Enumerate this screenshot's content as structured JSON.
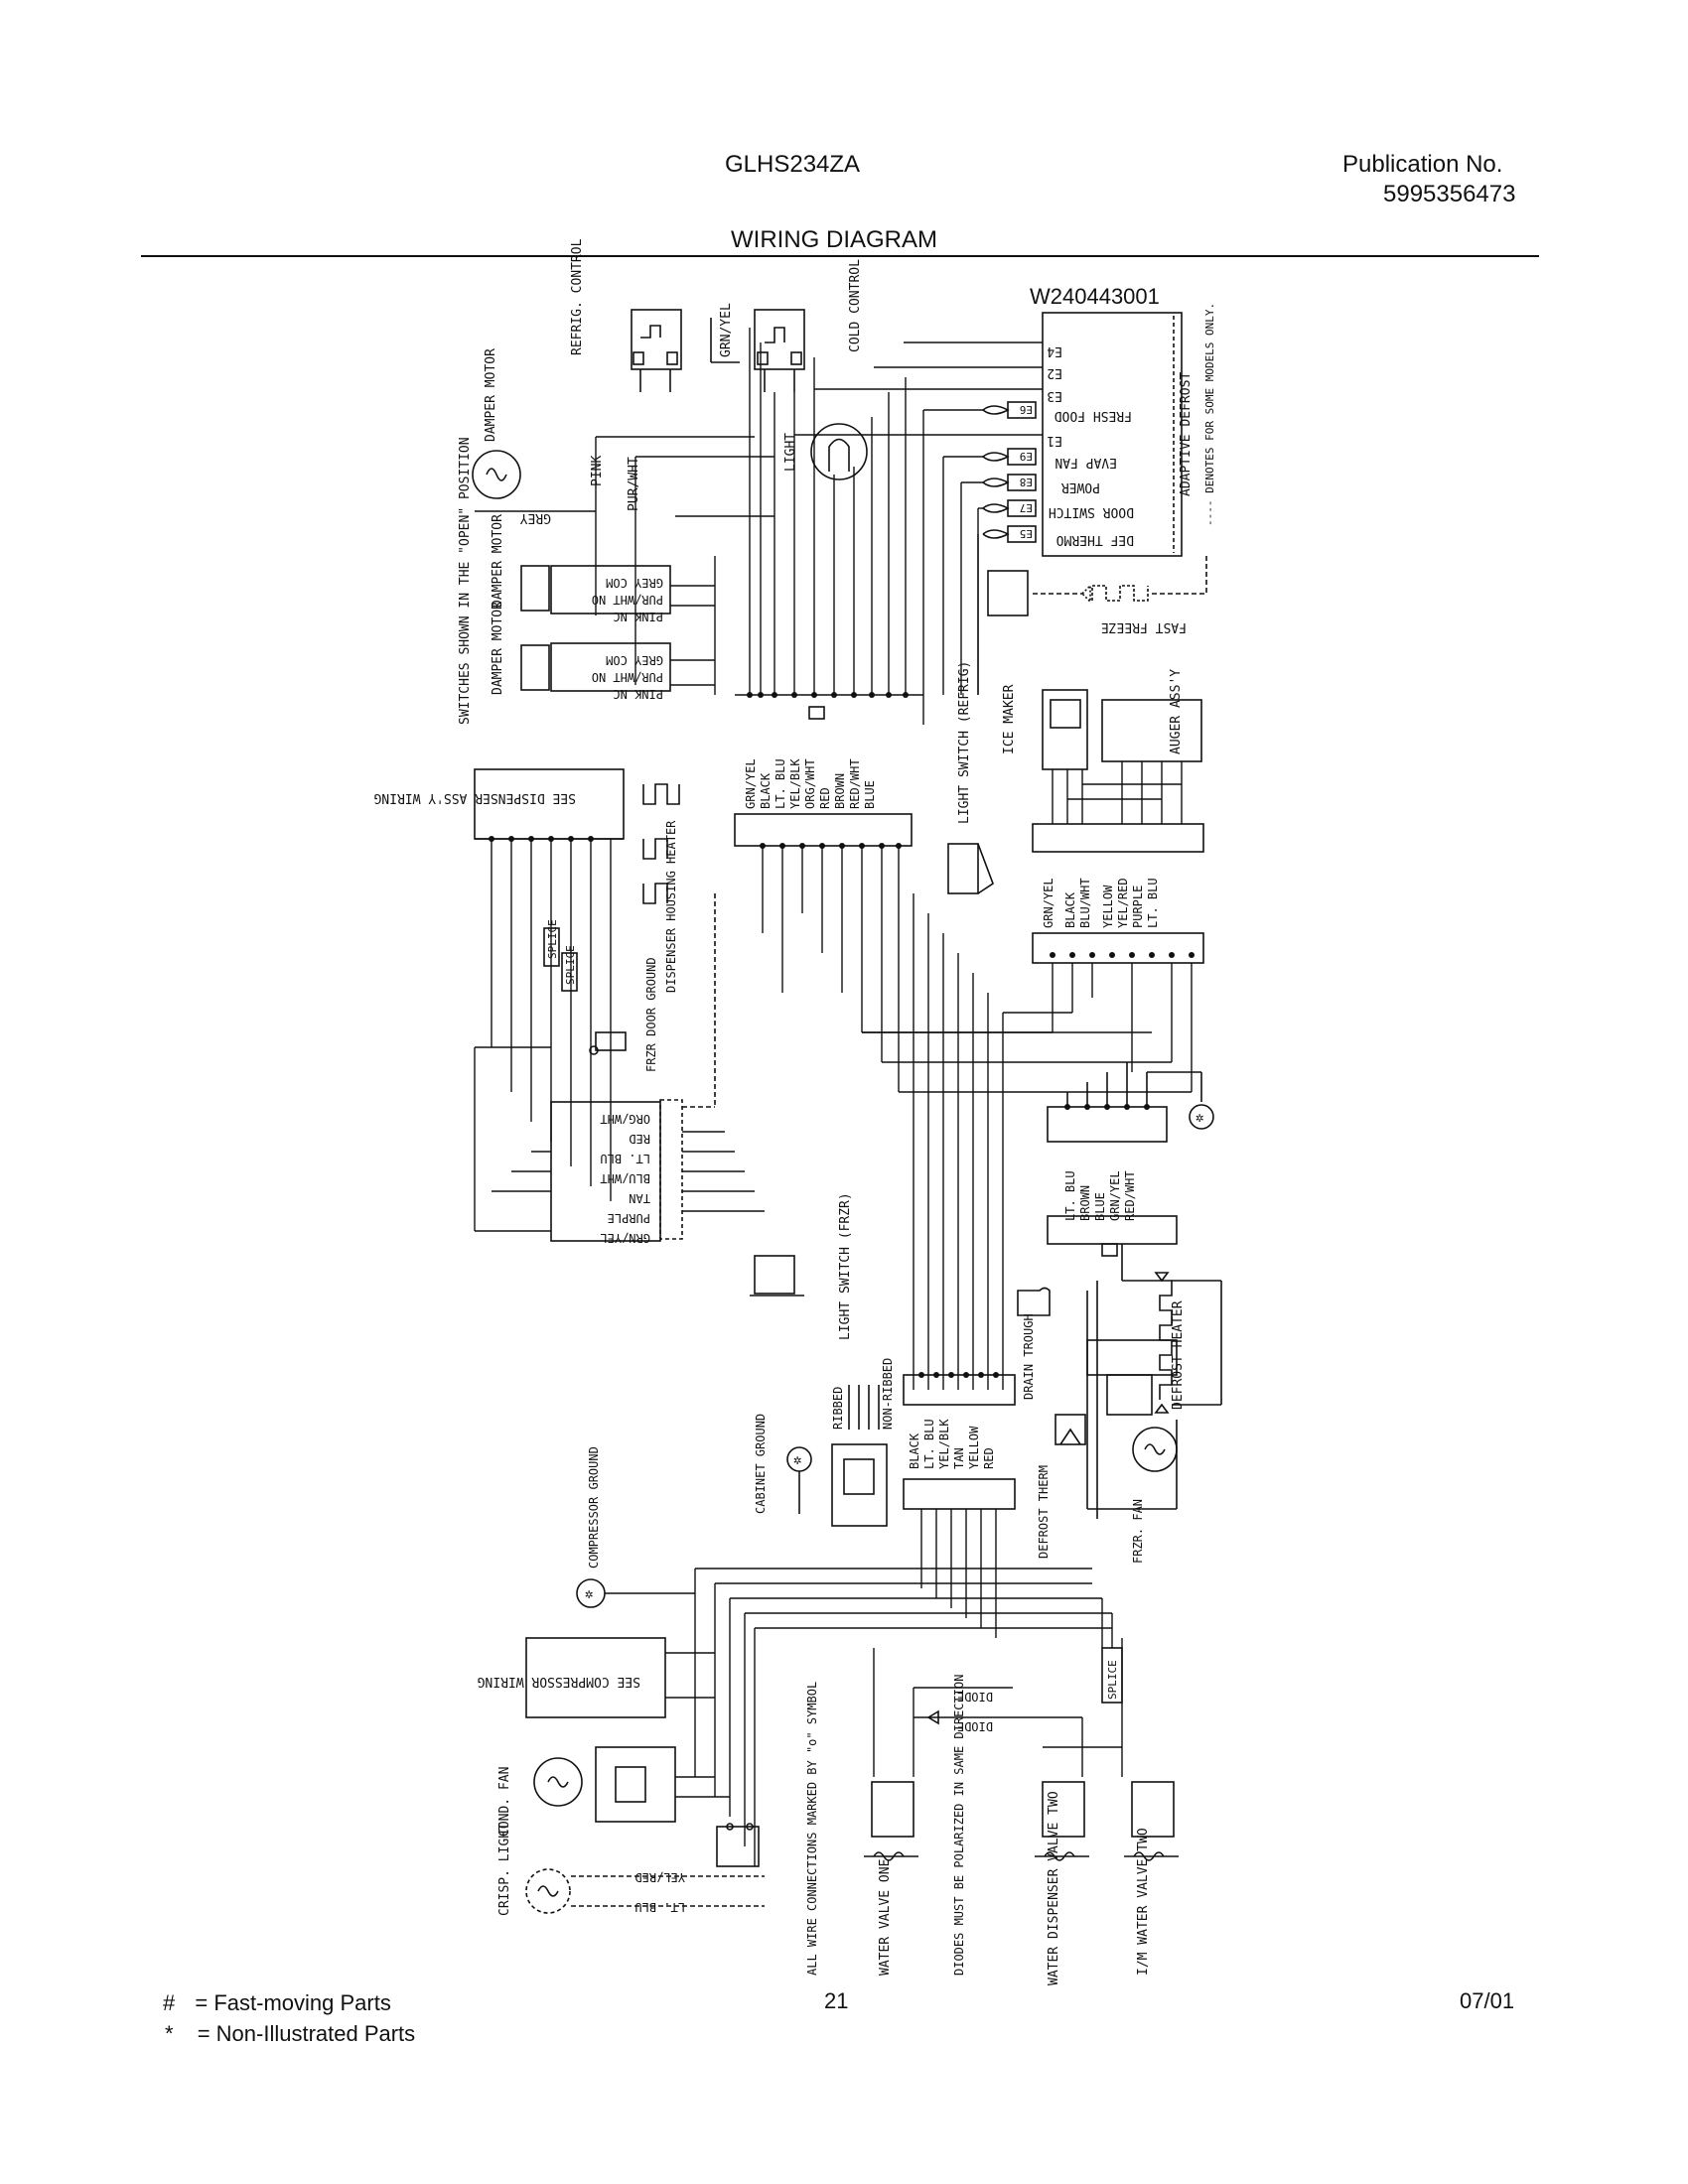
{
  "header": {
    "model": "GLHS234ZA",
    "pub_label": "Publication No.",
    "pub_number": "5995356473",
    "section_title": "WIRING DIAGRAM"
  },
  "diagram": {
    "part_number": "W240443001",
    "control_board": {
      "terminals_top": [
        "E4",
        "E2",
        "E3"
      ],
      "connections": [
        {
          "label": "FRESH FOOD",
          "terminal": "E6"
        },
        {
          "label": "EVAP FAN",
          "terminal": "E9"
        },
        {
          "label": "POWER",
          "terminal": "E8"
        },
        {
          "label": "DOOR SWITCH",
          "terminal": "E7"
        },
        {
          "label": "DEF THERMO",
          "terminal": "E5"
        }
      ],
      "e1": "E1",
      "title": "ADAPTIVE DEFROST",
      "note": "---- DENOTES FOR SOME MODELS ONLY."
    },
    "fast_freeze": "FAST FREEZE",
    "refrig_control": "REFRIG. CONTROL",
    "cold_control": "COLD CONTROL",
    "grn_yel_top": "GRN/YEL",
    "light": "LIGHT",
    "damper_motor_top": "DAMPER MOTOR",
    "grey": "GREY",
    "pink": "PINK",
    "pur_wht": "PUR/WHT",
    "switch_note": "SWITCHES SHOWN IN THE \"OPEN\" POSITION",
    "damper_motor": "DAMPER MOTOR",
    "damper_sw": [
      "GREY COM",
      "PUR/WHT NO",
      "PINK NC"
    ],
    "main_harness": [
      "GRN/YEL",
      "BLACK",
      "LT. BLU",
      "YEL/BLK",
      "ORG/WHT",
      "RED",
      "BROWN",
      "RED/WHT",
      "BLUE"
    ],
    "light_switch_refrig": "LIGHT SWITCH (REFRIG)",
    "ice_maker": "ICE MAKER",
    "auger": "AUGER ASS'Y",
    "ice_harness": [
      "GRN/YEL",
      "BLACK",
      "BLU/WHT",
      "YELLOW",
      "YEL/RED",
      "PURPLE",
      "LT. BLU"
    ],
    "see_dispenser": "SEE DISPENSER ASS'Y WIRING",
    "dispenser_heater": "DISPENSER HOUSING HEATER",
    "splice": "SPLICE",
    "frzr_door_ground": "FRZR DOOR GROUND",
    "door_harness": [
      "ORG/WHT",
      "RED",
      "LT. BLU",
      "BLU/WHT",
      "TAN",
      "PURPLE",
      "GRN/YEL"
    ],
    "light_switch_frzr": "LIGHT SWITCH (FRZR)",
    "right_harness": [
      "LT. BLU",
      "BROWN",
      "BLUE",
      "GRN/YEL",
      "RED/WHT"
    ],
    "defrost_heater": "DEFROST HEATER",
    "drain_trough": "DRAIN TROUGH",
    "defrost_therm": "DEFROST THERM",
    "frzr_fan": "FRZR. FAN",
    "ribbed": "RIBBED",
    "non_ribbed": "NON-RIBBED",
    "cabinet_ground": "CABINET GROUND",
    "lower_harness": [
      "BLACK",
      "LT. BLU",
      "YEL/BLK",
      "TAN",
      "YELLOW",
      "RED"
    ],
    "compressor_ground": "COMPRESSOR GROUND",
    "see_compressor": "SEE COMPRESSOR WIRING",
    "cond_fan": "COND. FAN",
    "crisp_light": "CRISP. LIGHT",
    "yel_red": "YEL/RED",
    "lt_blu": "LT. BLU",
    "wire_note": "ALL WIRE CONNECTIONS MARKED BY \"o\" SYMBOL",
    "water_valve_one": "WATER VALVE ONE",
    "diode": "DIODE",
    "diode_note": "DIODES MUST BE POLARIZED IN SAME DIRECTION",
    "water_disp_valve": "WATER DISPENSER VALVE TWO",
    "im_water_valve": "I/M WATER VALVE TWO"
  },
  "footer": {
    "legend": [
      {
        "symbol": "#",
        "text": "=  Fast-moving Parts"
      },
      {
        "symbol": "*",
        "text": "=  Non-Illustrated Parts"
      }
    ],
    "page_number": "21",
    "date": "07/01"
  }
}
